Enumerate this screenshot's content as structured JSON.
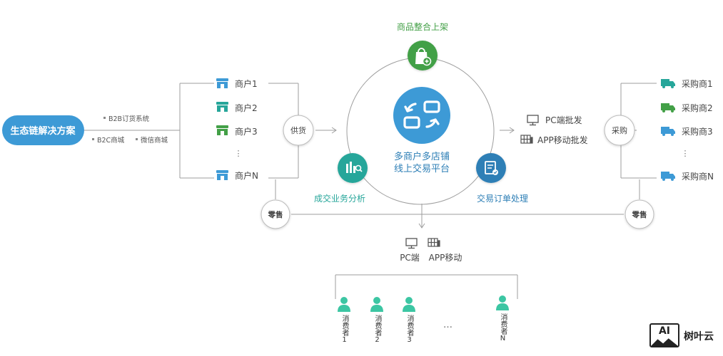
{
  "colors": {
    "blue": "#3d9ad6",
    "green": "#43a047",
    "teal": "#26a69a",
    "darkblue": "#2e7fb6",
    "line": "#9e9e9e",
    "consumer": "#3cc6a3",
    "truck": "#3d9ad6",
    "text": "#555555"
  },
  "solution": {
    "label": "生态链解决方案"
  },
  "channels": [
    "B2B订货系统",
    "B2C商城",
    "微信商城"
  ],
  "merchants": [
    "商户1",
    "商户2",
    "商户3",
    "⋮",
    "商户N"
  ],
  "supply": "供货",
  "retail_left": "零售",
  "retail_right": "零售",
  "center": {
    "line1": "多商户多店铺",
    "line2": "线上交易平台"
  },
  "top_node": {
    "label": "商品整合上架",
    "icon": "bag-plus-icon"
  },
  "left_node": {
    "label": "成交业务分析",
    "icon": "chart-icon"
  },
  "right_node": {
    "label": "交易订单处理",
    "icon": "order-icon"
  },
  "wholesale": [
    "PC端批发",
    "APP移动批发"
  ],
  "purchase": "采购",
  "buyers": [
    "采购商1",
    "采购商2",
    "采购商3",
    "⋮",
    "采购商N"
  ],
  "bottom_channels": [
    "PC端",
    "APP移动"
  ],
  "consumers": [
    "消费者1",
    "消费者2",
    "消费者3",
    "…",
    "消费者N"
  ],
  "brand": {
    "badge": "AI",
    "name": "树叶云"
  }
}
